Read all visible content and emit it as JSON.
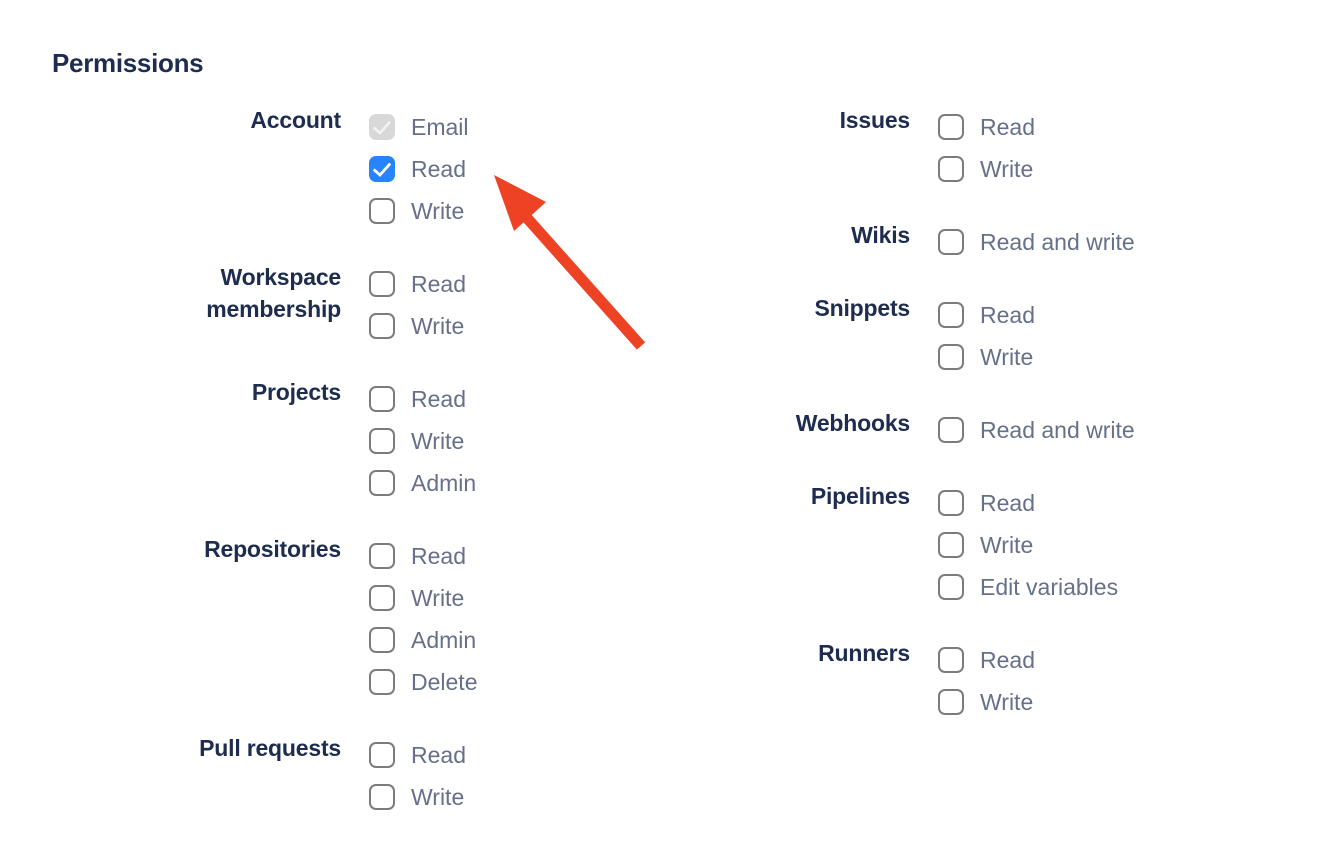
{
  "heading": "Permissions",
  "colors": {
    "heading_text": "#1D2C4F",
    "group_label_text": "#1D2C4F",
    "option_text": "#66708A",
    "checkbox_border": "#7C7C7C",
    "checkbox_checked_bg": "#2684FF",
    "checkbox_disabled_bg": "#D8D8D8",
    "checkbox_disabled_check": "#F2F2F2",
    "arrow": "#EE4224"
  },
  "columns": [
    {
      "groups": [
        {
          "label": "Account",
          "options": [
            {
              "label": "Email",
              "checked": true,
              "disabled": true
            },
            {
              "label": "Read",
              "checked": true,
              "disabled": false
            },
            {
              "label": "Write",
              "checked": false,
              "disabled": false
            }
          ]
        },
        {
          "label": "Workspace membership",
          "options": [
            {
              "label": "Read",
              "checked": false,
              "disabled": false
            },
            {
              "label": "Write",
              "checked": false,
              "disabled": false
            }
          ]
        },
        {
          "label": "Projects",
          "options": [
            {
              "label": "Read",
              "checked": false,
              "disabled": false
            },
            {
              "label": "Write",
              "checked": false,
              "disabled": false
            },
            {
              "label": "Admin",
              "checked": false,
              "disabled": false
            }
          ]
        },
        {
          "label": "Repositories",
          "options": [
            {
              "label": "Read",
              "checked": false,
              "disabled": false
            },
            {
              "label": "Write",
              "checked": false,
              "disabled": false
            },
            {
              "label": "Admin",
              "checked": false,
              "disabled": false
            },
            {
              "label": "Delete",
              "checked": false,
              "disabled": false
            }
          ]
        },
        {
          "label": "Pull requests",
          "options": [
            {
              "label": "Read",
              "checked": false,
              "disabled": false
            },
            {
              "label": "Write",
              "checked": false,
              "disabled": false
            }
          ]
        }
      ]
    },
    {
      "groups": [
        {
          "label": "Issues",
          "options": [
            {
              "label": "Read",
              "checked": false,
              "disabled": false
            },
            {
              "label": "Write",
              "checked": false,
              "disabled": false
            }
          ]
        },
        {
          "label": "Wikis",
          "options": [
            {
              "label": "Read and write",
              "checked": false,
              "disabled": false
            }
          ]
        },
        {
          "label": "Snippets",
          "options": [
            {
              "label": "Read",
              "checked": false,
              "disabled": false
            },
            {
              "label": "Write",
              "checked": false,
              "disabled": false
            }
          ]
        },
        {
          "label": "Webhooks",
          "options": [
            {
              "label": "Read and write",
              "checked": false,
              "disabled": false
            }
          ]
        },
        {
          "label": "Pipelines",
          "options": [
            {
              "label": "Read",
              "checked": false,
              "disabled": false
            },
            {
              "label": "Write",
              "checked": false,
              "disabled": false
            },
            {
              "label": "Edit variables",
              "checked": false,
              "disabled": false
            }
          ]
        },
        {
          "label": "Runners",
          "options": [
            {
              "label": "Read",
              "checked": false,
              "disabled": false
            },
            {
              "label": "Write",
              "checked": false,
              "disabled": false
            }
          ]
        }
      ]
    }
  ],
  "annotation": {
    "arrow_color": "#EE4224",
    "target": "Account Read checkbox"
  }
}
